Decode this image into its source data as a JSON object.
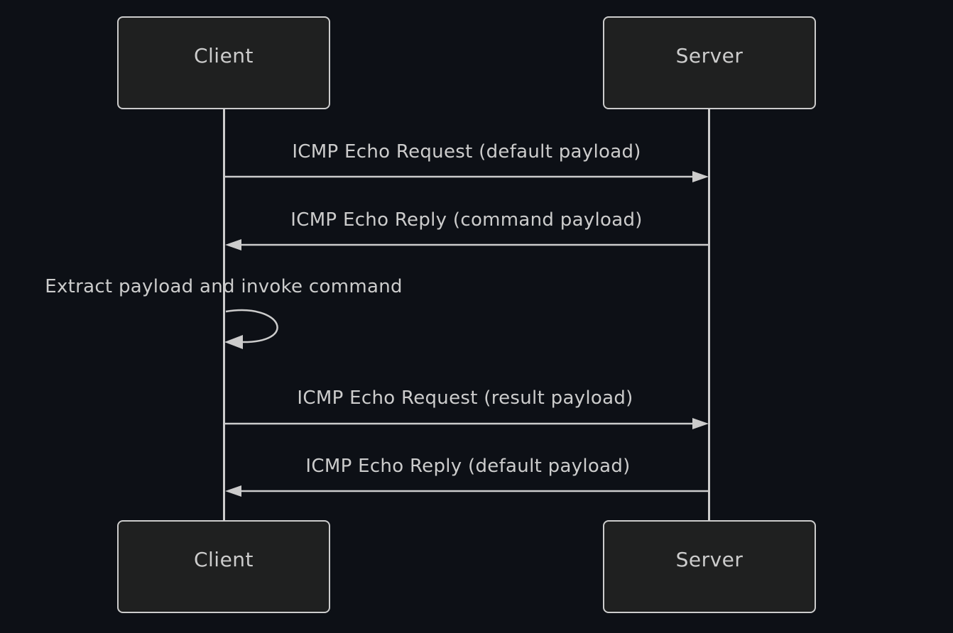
{
  "diagram": {
    "type": "sequence",
    "actors": [
      {
        "id": "client",
        "label": "Client"
      },
      {
        "id": "server",
        "label": "Server"
      }
    ],
    "messages": [
      {
        "from": "client",
        "to": "server",
        "label": "ICMP Echo Request (default payload)",
        "arrow": "solid-right"
      },
      {
        "from": "server",
        "to": "client",
        "label": "ICMP Echo Reply (command payload)",
        "arrow": "solid-left"
      },
      {
        "from": "client",
        "to": "client",
        "label": "Extract payload and invoke command",
        "arrow": "self-loop"
      },
      {
        "from": "client",
        "to": "server",
        "label": "ICMP Echo Request (result payload)",
        "arrow": "solid-right"
      },
      {
        "from": "server",
        "to": "client",
        "label": "ICMP Echo Reply (default payload)",
        "arrow": "solid-left"
      }
    ]
  },
  "colors": {
    "background": "#0d1016",
    "actor_fill": "#1f2020",
    "actor_border": "#cccccc",
    "line": "#cccccc",
    "text": "#cccccc"
  }
}
